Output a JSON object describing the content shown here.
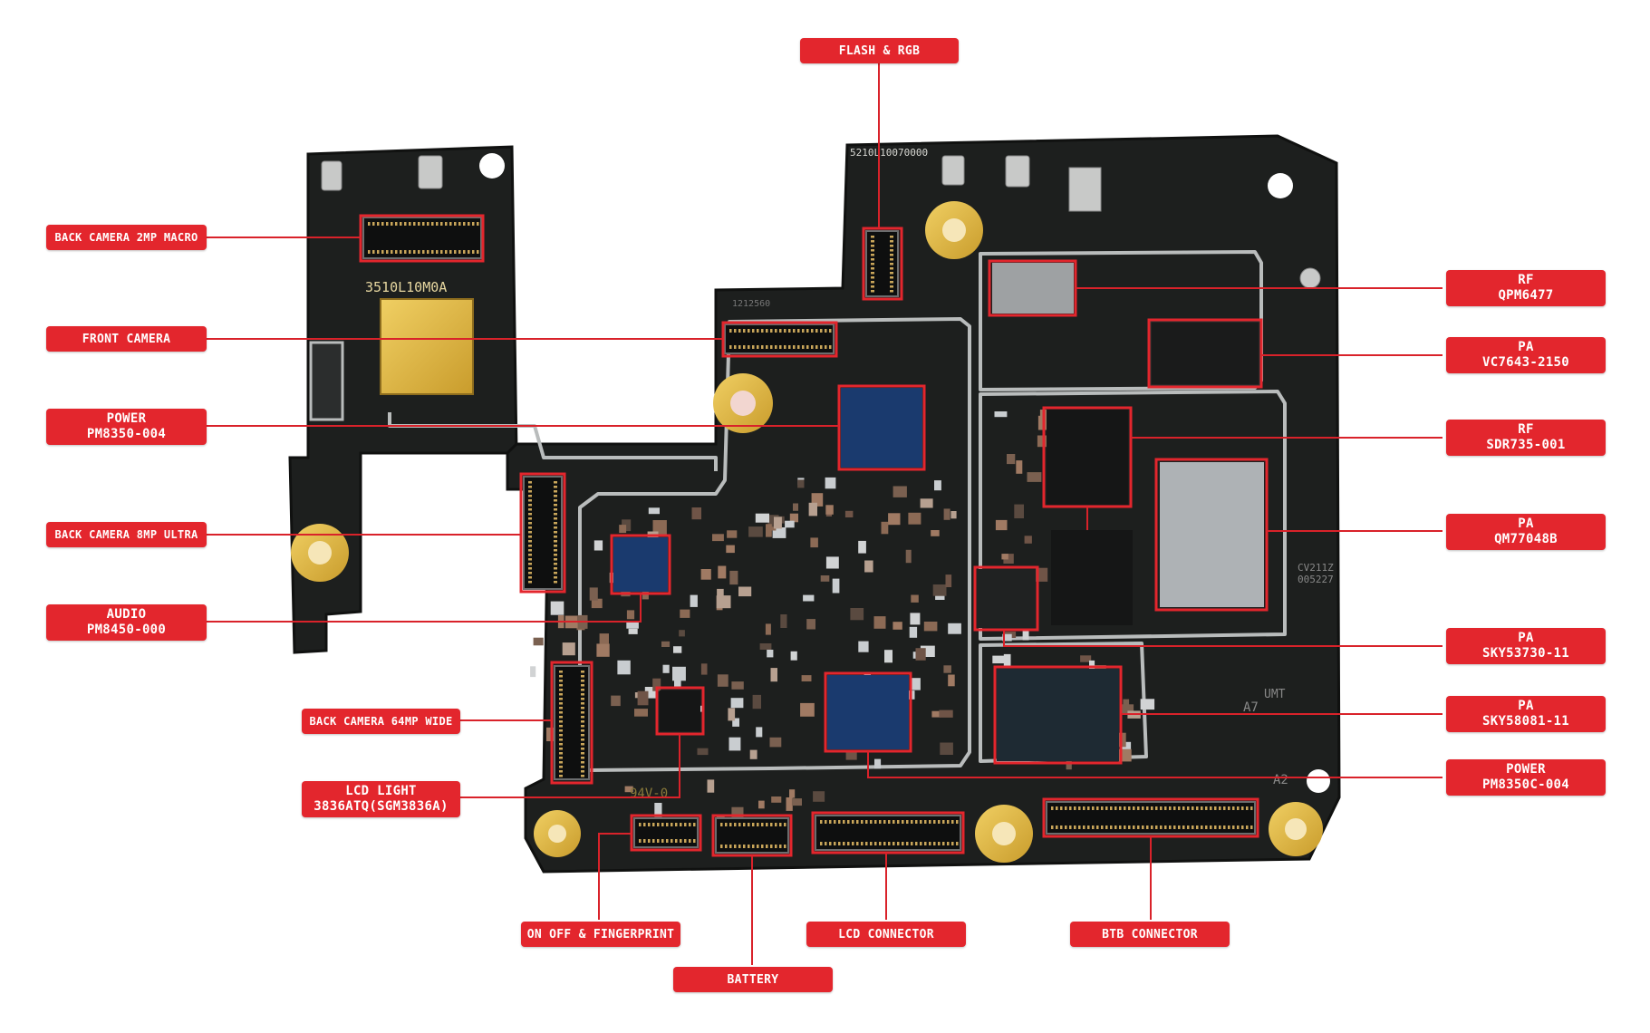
{
  "colors": {
    "label_bg": "#e3262d",
    "label_text": "#ffffff",
    "board": "#1d1f1e",
    "board_edge": "#141514",
    "shield": "#b9bcbc",
    "gold": "#d9b24a",
    "highlight": "#e3262d",
    "leader": "#d9222a"
  },
  "board_markings": {
    "sub_board": "3510L10M0A",
    "main_board_top": "5210L10070000",
    "main_board_left": "1212560",
    "bottom": "94V-0",
    "right_code_1": "CV211Z",
    "right_code_2": "005227",
    "right_a7": "A7",
    "right_a2": "A2",
    "right_umt": "UMT"
  },
  "labels": {
    "flash_rgb": [
      "FLASH & RGB"
    ],
    "back_cam_macro": [
      "BACK CAMERA 2MP MACRO"
    ],
    "front_camera": [
      "FRONT CAMERA"
    ],
    "power_pm8350": [
      "POWER",
      "PM8350-004"
    ],
    "back_cam_ultra": [
      "BACK CAMERA 8MP ULTRA"
    ],
    "audio": [
      "AUDIO",
      "PM8450-000"
    ],
    "back_cam_wide": [
      "BACK CAMERA 64MP WIDE"
    ],
    "lcd_light": [
      "LCD LIGHT",
      "3836ATQ(SGM3836A)"
    ],
    "on_off": [
      "ON OFF & FINGERPRINT"
    ],
    "battery": [
      "BATTERY"
    ],
    "lcd_connector": [
      "LCD CONNECTOR"
    ],
    "btb_connector": [
      "BTB CONNECTOR"
    ],
    "rf_qpm": [
      "RF",
      "QPM6477"
    ],
    "pa_vc": [
      "PA",
      "VC7643-2150"
    ],
    "rf_sdr": [
      "RF",
      "SDR735-001"
    ],
    "pa_qm": [
      "PA",
      "QM77048B"
    ],
    "pa_sky537": [
      "PA",
      "SKY53730-11"
    ],
    "pa_sky580": [
      "PA",
      "SKY58081-11"
    ],
    "power_pm8350c": [
      "POWER",
      "PM8350C-004"
    ]
  }
}
